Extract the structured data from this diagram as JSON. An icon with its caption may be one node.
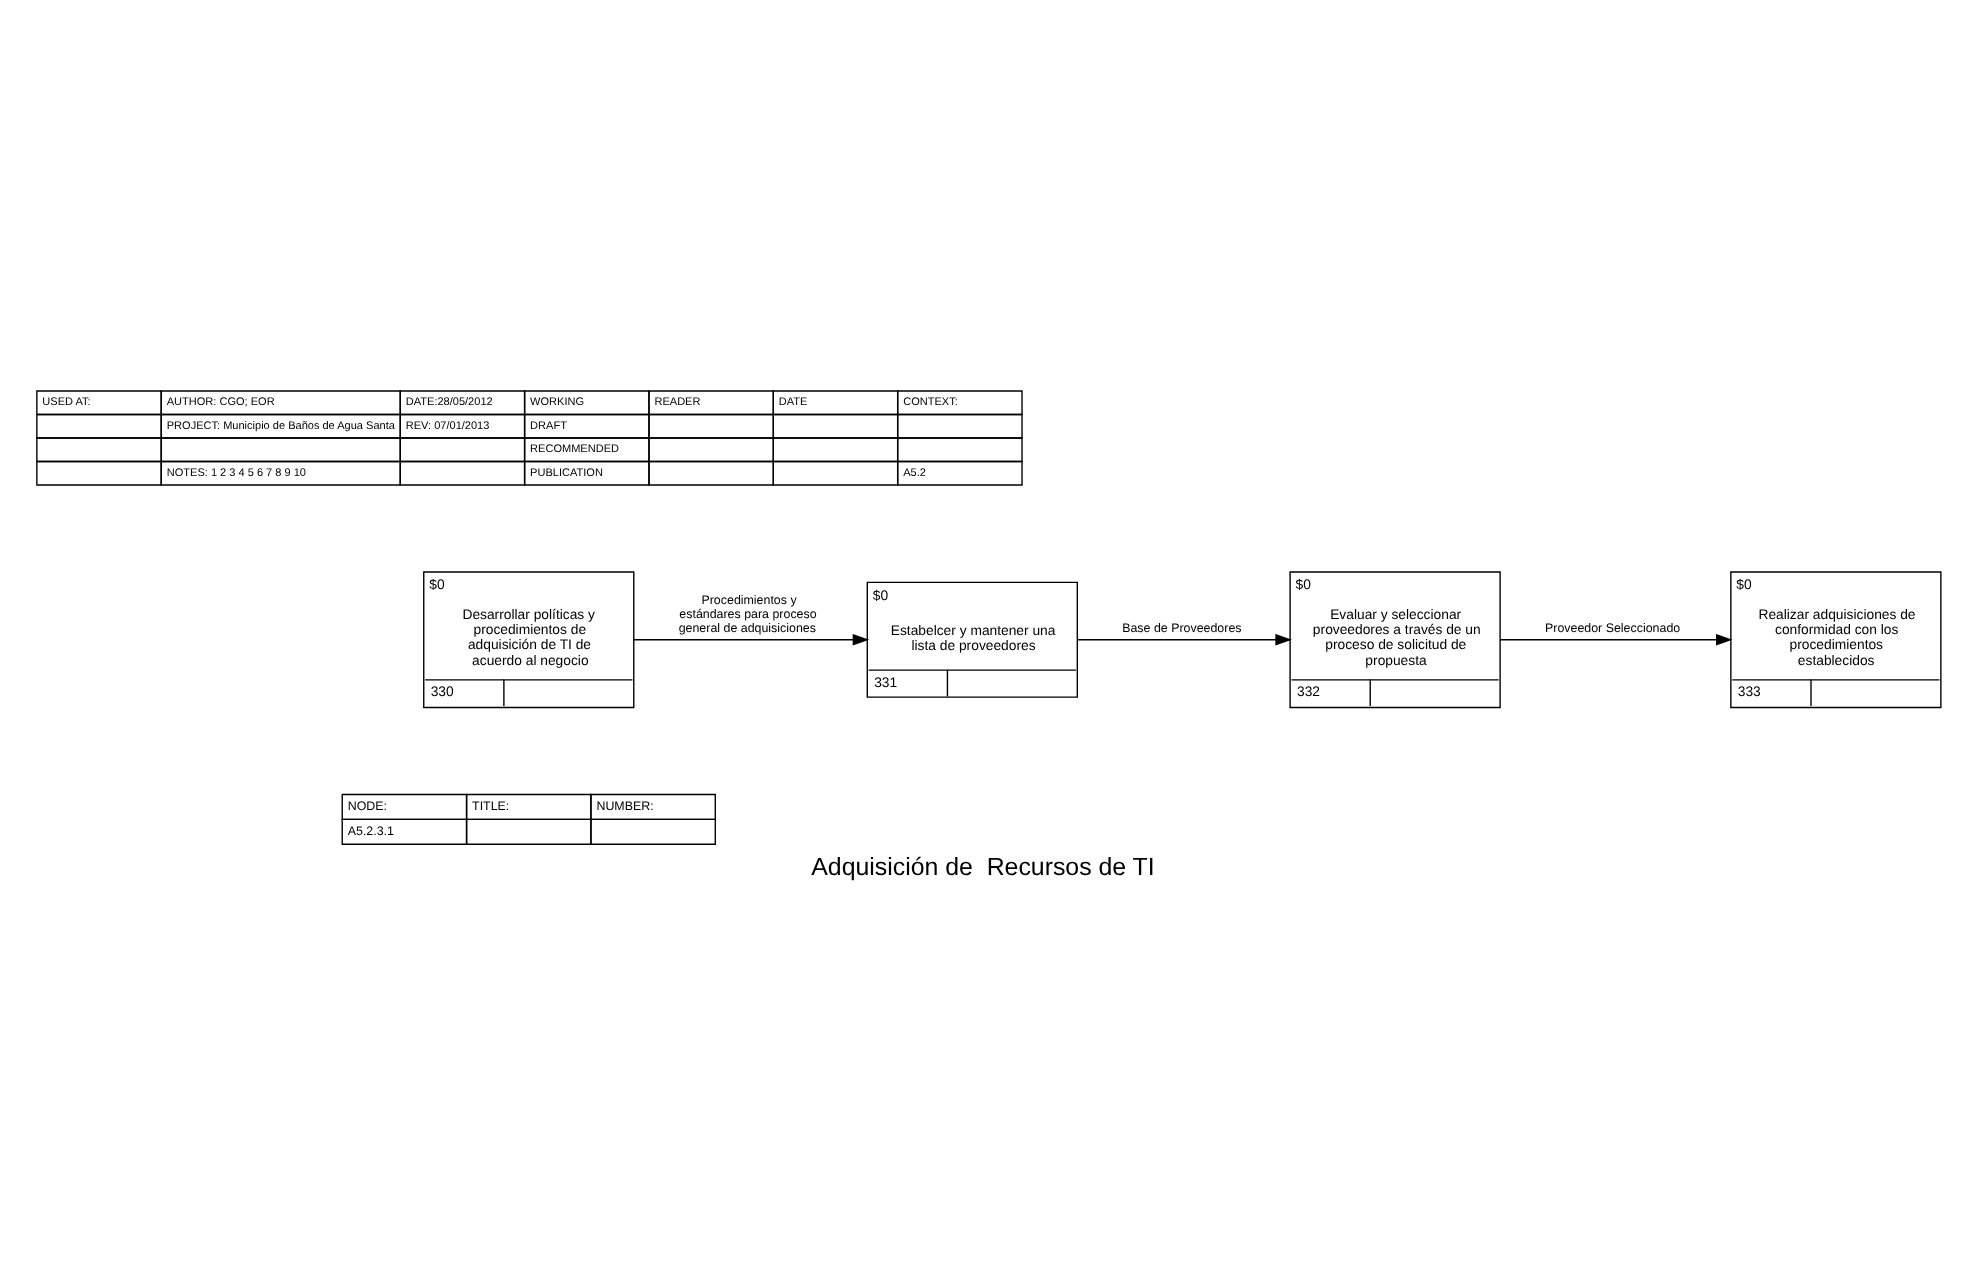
{
  "diagram": {
    "title": "Adquisición de  Recursos de TI",
    "nodes": [
      {
        "text": [
          "$0",
          "Desarrollar políticas y procedimientos de adquisición de TI de acuerdo al negocio",
          "330"
        ]
      },
      {
        "text": [
          "$0",
          "Estabelcer y mantener una lista de proveedores",
          "331"
        ]
      },
      {
        "text": [
          "$0",
          "Evaluar y seleccionar proveedores a través de un proceso de solicitud de propuesta",
          "332"
        ]
      },
      {
        "text": [
          "$0",
          "Realizar adquisiciones de conformidad con los procedimientos establecidos",
          "333"
        ]
      }
    ],
    "edges": [
      {
        "from": 0,
        "to": 1,
        "arrow": "to",
        "label": "Procedimientos y estándares para proceso general de adquisiciones"
      },
      {
        "from": 1,
        "to": 2,
        "arrow": "to",
        "label": "Base de Proveedores"
      },
      {
        "from": 2,
        "to": 3,
        "arrow": "to",
        "label": "Proveedor Seleccionado"
      }
    ],
    "labels": [
      "USED AT:",
      "AUTHOR: CGO; EOR",
      "DATE:28/05/2012",
      "WORKING",
      "READER",
      "DATE",
      "CONTEXT:",
      "PROJECT: Municipio de Baños de Agua Santa",
      "REV: 07/01/2013",
      "DRAFT",
      "RECOMMENDED",
      "NOTES: 1 2 3 4 5 6 7 8 9 10",
      "PUBLICATION",
      "A5.2",
      "NODE:",
      "A5.2.3.1",
      "TITLE:",
      "NUMBER:"
    ]
  }
}
